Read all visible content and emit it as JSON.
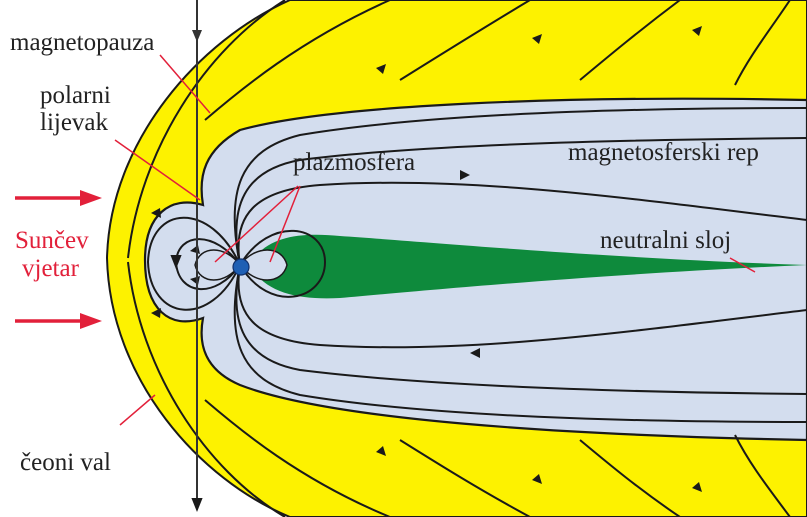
{
  "labels": {
    "magnetopause": "magnetopauza",
    "polar_cusp_line1": "polarni",
    "polar_cusp_line2": "lijevak",
    "plasmasphere": "plazmosfera",
    "magnetotail": "magnetosferski rep",
    "solar_wind_line1": "Sunčev",
    "solar_wind_line2": "vjetar",
    "neutral_sheet": "neutralni sloj",
    "bow_shock": "čeoni val"
  },
  "colors": {
    "bow_shock_region": "#fdf200",
    "magnetosphere": "#d3ddee",
    "plasma_sheet": "#0e8a3c",
    "earth": "#1e5fb4",
    "solar_wind_arrow": "#e2203a",
    "label_text": "#222222",
    "pointer_line": "#e2203a"
  },
  "icons": {
    "earth": "earth-icon",
    "solar_wind_arrows": "arrow-right-icon"
  }
}
